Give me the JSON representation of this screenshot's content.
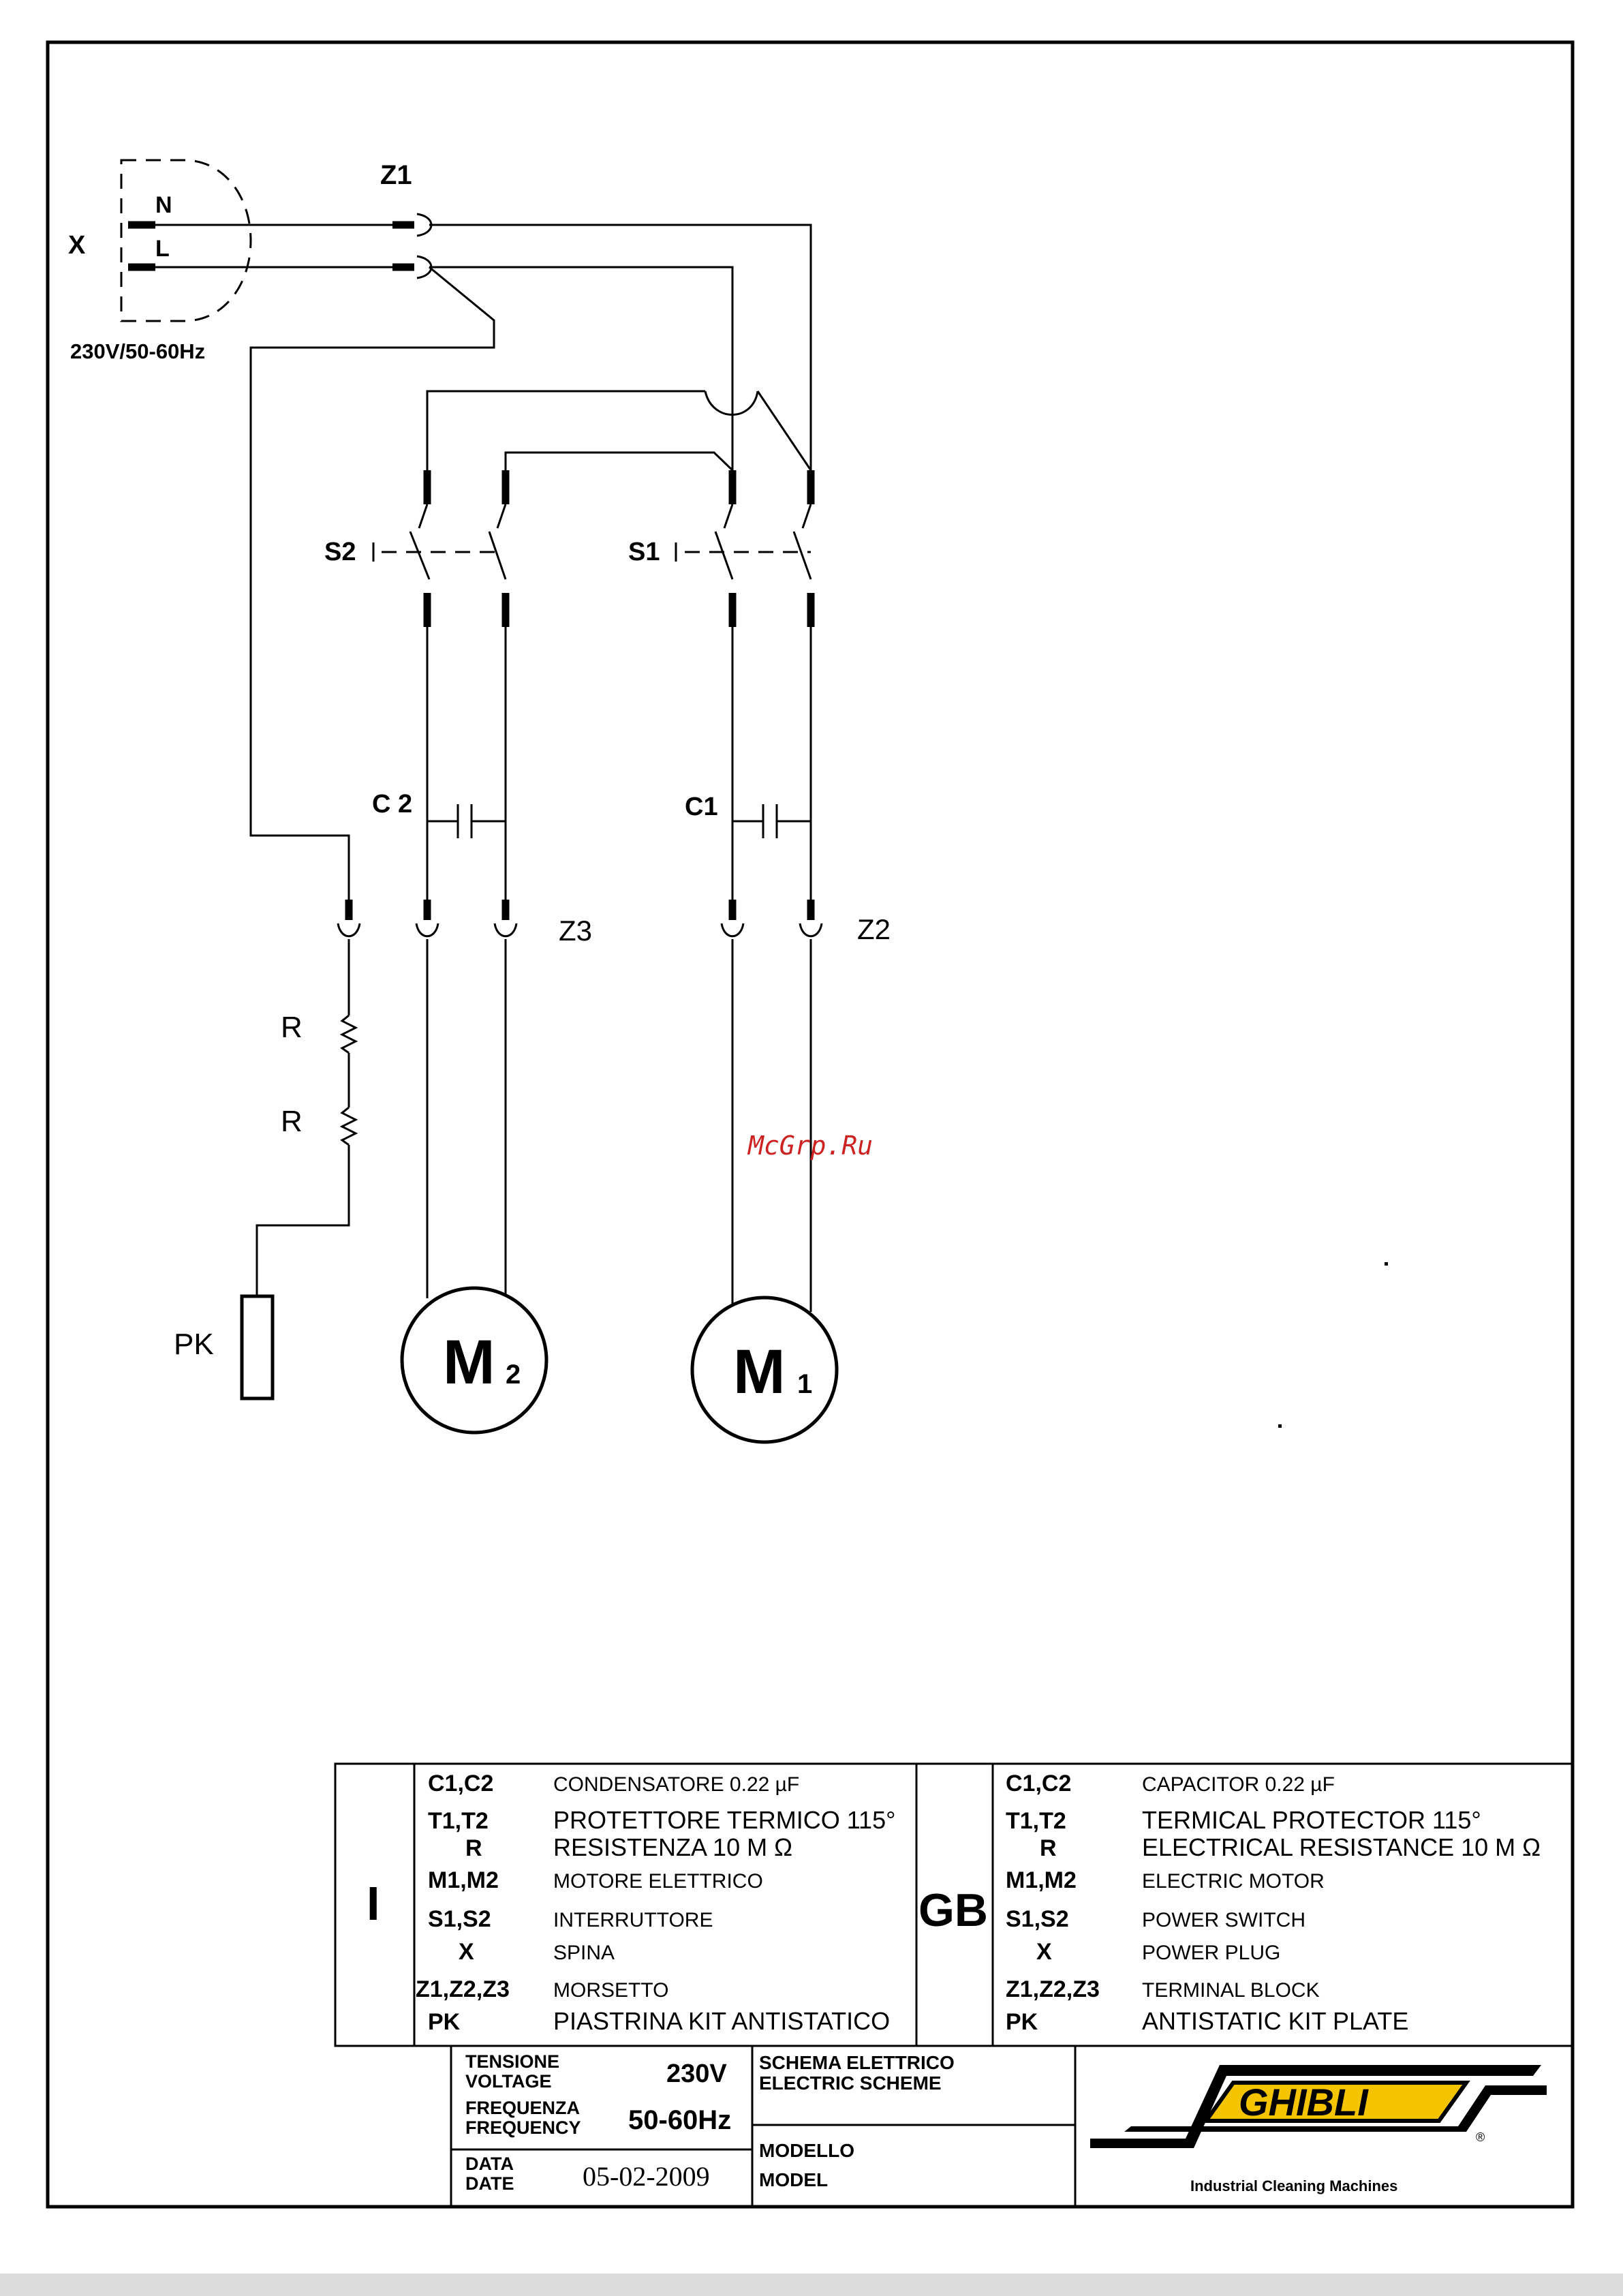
{
  "diagram": {
    "plug_label": "X",
    "neutral_label": "N",
    "line_label": "L",
    "supply_label": "230V/50-60Hz",
    "z1_label": "Z1",
    "z2_label": "Z2",
    "z3_label": "Z3",
    "s1_label": "S1",
    "s2_label": "S2",
    "c1_label": "C1",
    "c2_label": "C 2",
    "r1_label": "R",
    "r2_label": "R",
    "pk_label": "PK",
    "m1_label": "M",
    "m1_sub": "1",
    "m2_label": "M",
    "m2_sub": "2",
    "watermark": "McGrp.Ru"
  },
  "legend_it": {
    "lang": "I",
    "rows": [
      {
        "code": "C1,C2",
        "desc": "CONDENSATORE   0.22  µF"
      },
      {
        "code": "T1,T2",
        "desc": "PROTETTORE TERMICO  115°"
      },
      {
        "code": "R",
        "desc": "RESISTENZA 10 M Ω"
      },
      {
        "code": "M1,M2",
        "desc": "MOTORE ELETTRICO"
      },
      {
        "code": "S1,S2",
        "desc": "INTERRUTTORE"
      },
      {
        "code": "X",
        "desc": "SPINA"
      },
      {
        "code": "Z1,Z2,Z3",
        "desc": "MORSETTO"
      },
      {
        "code": "PK",
        "desc": "PIASTRINA KIT ANTISTATICO"
      }
    ]
  },
  "legend_gb": {
    "lang": "GB",
    "rows": [
      {
        "code": "C1,C2",
        "desc": "CAPACITOR   0.22  µF"
      },
      {
        "code": "T1,T2",
        "desc": "TERMICAL PROTECTOR  115°"
      },
      {
        "code": "R",
        "desc": "ELECTRICAL RESISTANCE 10 M Ω"
      },
      {
        "code": "M1,M2",
        "desc": "ELECTRIC MOTOR"
      },
      {
        "code": "S1,S2",
        "desc": "POWER SWITCH"
      },
      {
        "code": "X",
        "desc": "POWER PLUG"
      },
      {
        "code": "Z1,Z2,Z3",
        "desc": "TERMINAL BLOCK"
      },
      {
        "code": "PK",
        "desc": "ANTISTATIC KIT PLATE"
      }
    ]
  },
  "title_block": {
    "tensione": "TENSIONE",
    "voltage": "VOLTAGE",
    "voltage_value": "230V",
    "frequenza": "FREQUENZA",
    "frequency": "FREQUENCY",
    "frequency_value": "50-60Hz",
    "data": "DATA",
    "date": "DATE",
    "date_value": "05-02-2009",
    "schema_it": "SCHEMA ELETTRICO",
    "schema_en": "ELECTRIC SCHEME",
    "modello": "MODELLO",
    "model": "MODEL",
    "brand": "GHIBLI",
    "brand_tagline": "Industrial Cleaning Machines",
    "brand_mark": "®"
  },
  "colors": {
    "line": "#000000",
    "logo_yellow": "#f5c400",
    "watermark": "#cc2222"
  }
}
